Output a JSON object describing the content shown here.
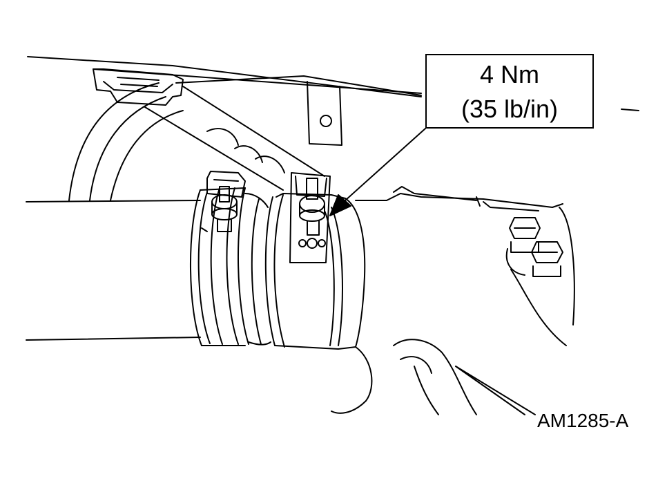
{
  "callout": {
    "torque_metric": "4 Nm",
    "torque_imperial": "(35 lb/in)"
  },
  "figure_id": "AM1285-A",
  "colors": {
    "ink": "#000000",
    "paper": "#ffffff"
  }
}
